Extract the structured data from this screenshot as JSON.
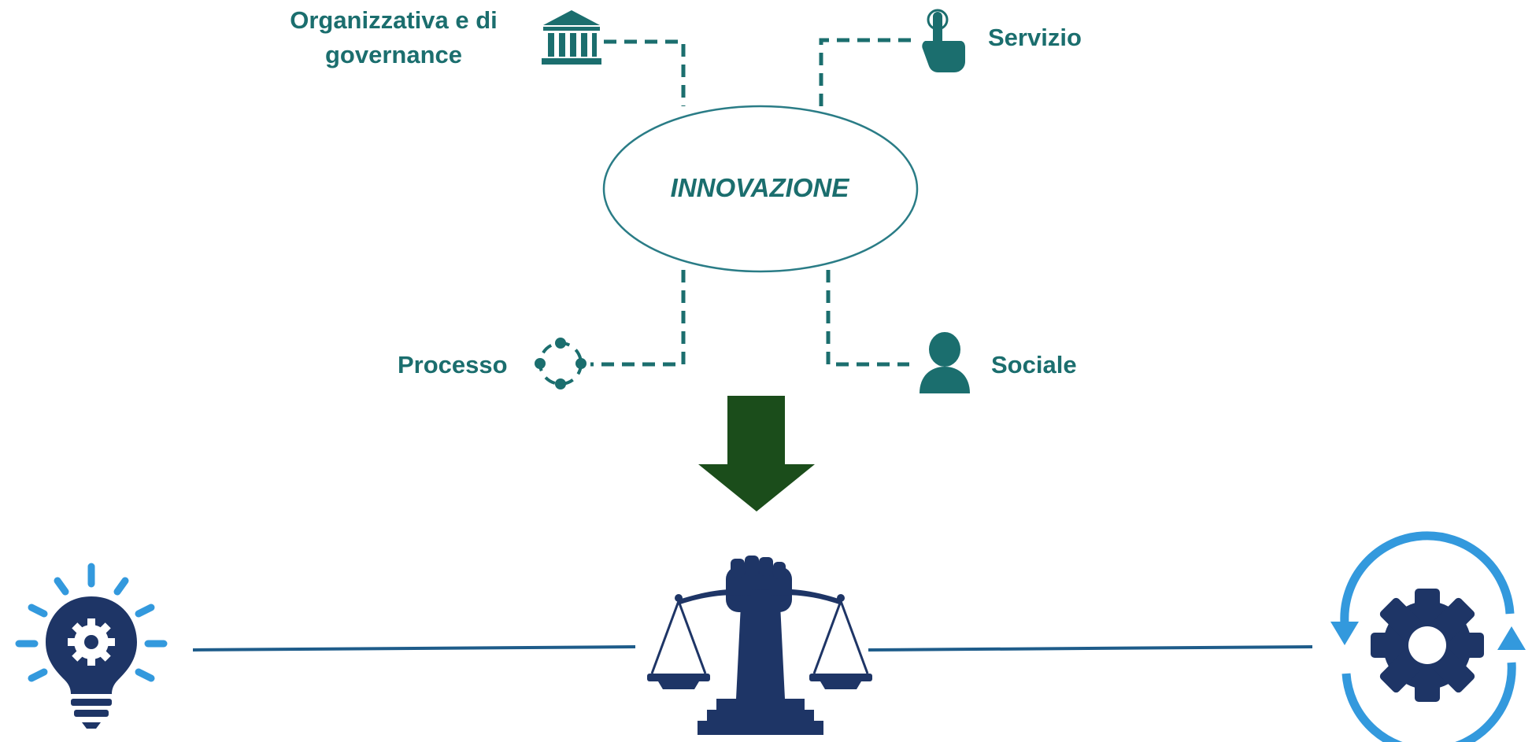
{
  "center": {
    "label": "INNOVAZIONE"
  },
  "branches": {
    "organizzativa": {
      "label_line1": "Organizzativa e di",
      "label_line2": "governance",
      "icon": "bank-building-icon"
    },
    "servizio": {
      "label": "Servizio",
      "icon": "pointing-hand-icon"
    },
    "processo": {
      "label": "Processo",
      "icon": "circular-nodes-icon"
    },
    "sociale": {
      "label": "Sociale",
      "icon": "person-icon"
    }
  },
  "bottom_icons": {
    "left": "lightbulb-gear-icon",
    "center": "fist-scales-justice-icon",
    "right": "gear-refresh-icon"
  },
  "colors": {
    "teal": "#1b6e6e",
    "ellipse_stroke": "#2a7c86",
    "arrow": "#1b4d1b",
    "navy": "#1e3566",
    "light_blue": "#3399dd",
    "connector_line": "#1e5c8a"
  }
}
